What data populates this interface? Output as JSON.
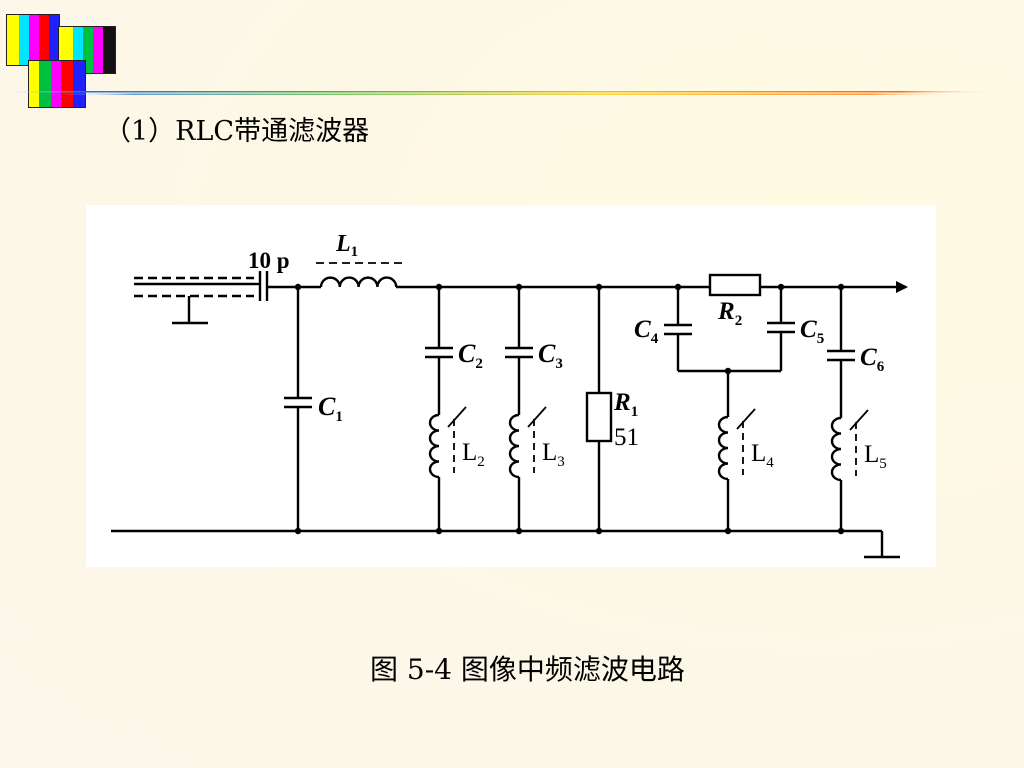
{
  "slide": {
    "title": "（1）RLC带通滤波器",
    "caption": "图 5-4 图像中频滤波电路"
  },
  "circuit": {
    "labels": {
      "cap_input": "10 p",
      "L1": "L",
      "L1_sub": "1",
      "C1": "C",
      "C1_sub": "1",
      "C2": "C",
      "C2_sub": "2",
      "C3": "C",
      "C3_sub": "3",
      "R1": "R",
      "R1_sub": "1",
      "R1_value": "51",
      "C4": "C",
      "C4_sub": "4",
      "R2": "R",
      "R2_sub": "2",
      "C5": "C",
      "C5_sub": "5",
      "C6": "C",
      "C6_sub": "6",
      "L2": "L",
      "L2_sub": "2",
      "L3": "L",
      "L3_sub": "3",
      "L4": "L",
      "L4_sub": "4",
      "L5": "L",
      "L5_sub": "5"
    }
  },
  "colors": {
    "logo": [
      "#ffff00",
      "#00e5ff",
      "#00c040",
      "#ff00ff",
      "#ff0000",
      "#0000ff",
      "#111111"
    ],
    "header_line": [
      "#ff6a00",
      "#f6c300",
      "#3db03d",
      "#2a6cd6"
    ]
  }
}
